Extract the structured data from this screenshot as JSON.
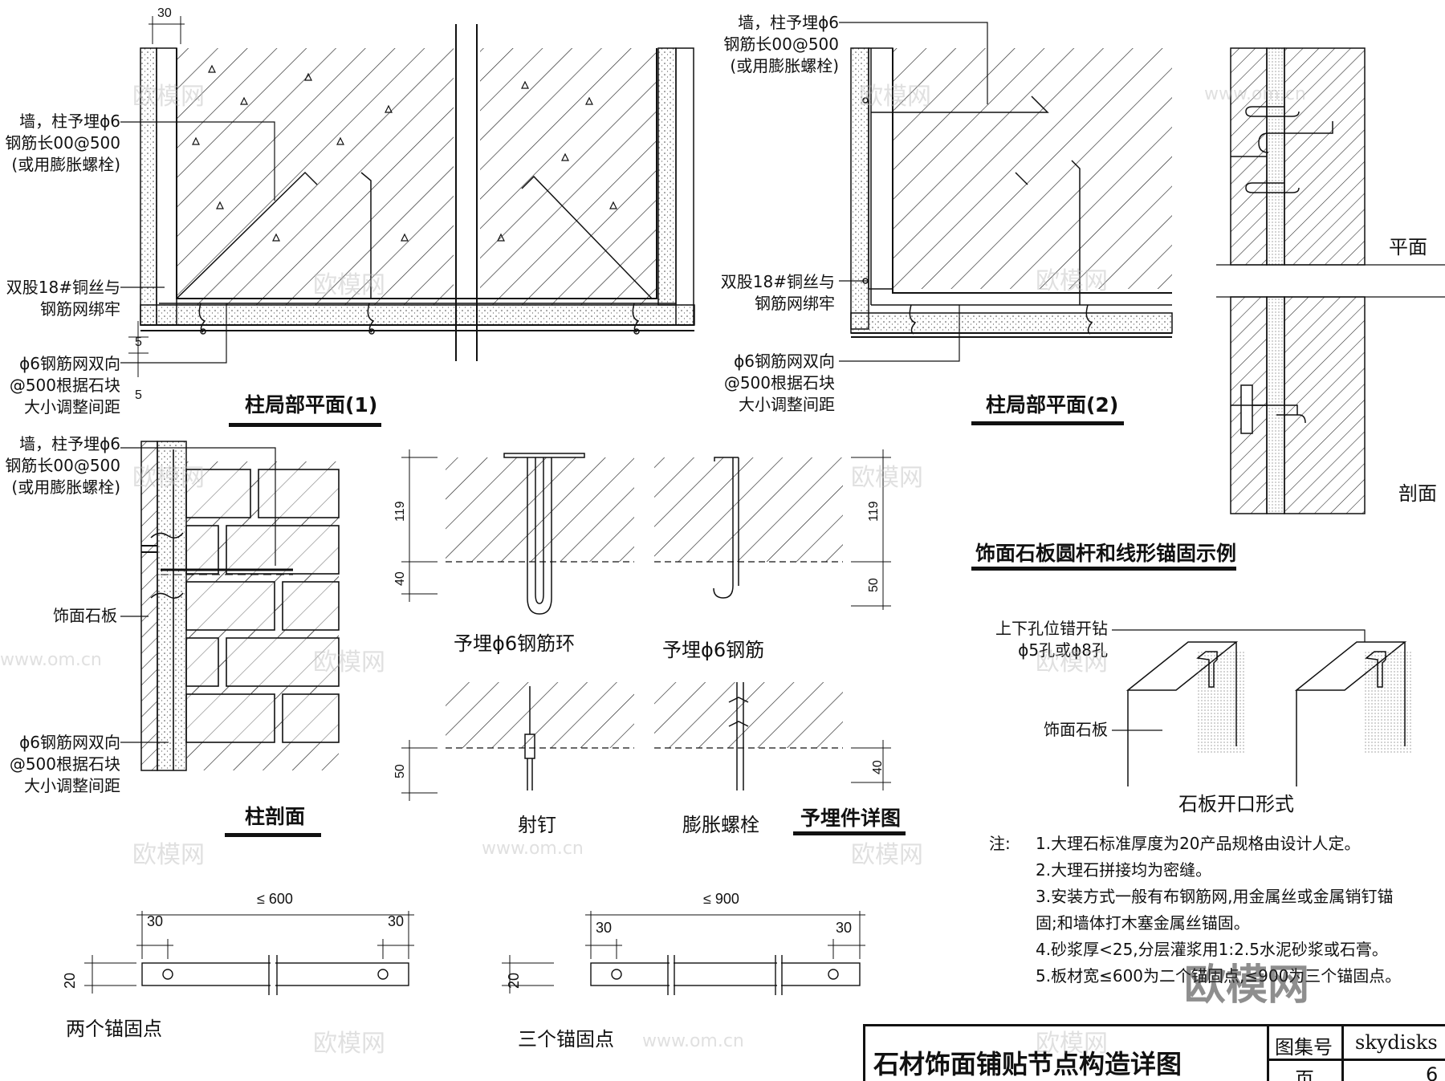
{
  "views": {
    "plan1": {
      "title": "柱局部平面(1)",
      "dim_top": "30",
      "dim_left_1": "5",
      "dim_left_2": "5",
      "label_embed": [
        "墙，柱予埋ϕ6",
        "钢筋长00@500",
        "(或用膨胀螺栓)"
      ],
      "label_wire": [
        "双股18#铜丝与",
        "钢筋网绑牢"
      ],
      "label_mesh": [
        "ϕ6钢筋网双向",
        "@500根据石块",
        "大小调整间距"
      ]
    },
    "plan2": {
      "title": "柱局部平面(2)",
      "label_embed": [
        "墙，柱予埋ϕ6",
        "钢筋长00@500",
        "(或用膨胀螺栓)"
      ],
      "label_wire": [
        "双股18#铜丝与",
        "钢筋网绑牢"
      ],
      "label_mesh": [
        "ϕ6钢筋网双向",
        "@500根据石块",
        "大小调整间距"
      ]
    },
    "section": {
      "title": "柱剖面",
      "label_embed": [
        "墙，柱予埋ϕ6",
        "钢筋长00@500",
        "(或用膨胀螺栓)"
      ],
      "label_stone": "饰面石板",
      "label_mesh": [
        "ϕ6钢筋网双向",
        "@500根据石块",
        "大小调整间距"
      ]
    },
    "embeds": {
      "title": "予埋件详图",
      "ring_caption": "予埋ϕ6钢筋环",
      "bar_caption": "予埋ϕ6钢筋",
      "nail_caption": "射钉",
      "bolt_caption": "膨胀螺栓",
      "dims": {
        "ring_top": "119",
        "ring_bot": "40",
        "bar_top": "119",
        "bar_bot": "50",
        "nail": "50",
        "bolt": "40"
      }
    },
    "anchor_example": {
      "title": "饰面石板圆杆和线形锚固示例",
      "plan_label": "平面",
      "section_label": "剖面"
    },
    "opening": {
      "caption": "石板开口形式",
      "label_holes": [
        "上下孔位错开钻",
        "ϕ5孔或ϕ8孔"
      ],
      "label_stone": "饰面石板"
    },
    "two_points": {
      "caption": "两个锚固点",
      "dim_total": "≤ 600",
      "dim_edge_l": "30",
      "dim_edge_r": "30",
      "dim_thick": "20"
    },
    "three_points": {
      "caption": "三个锚固点",
      "dim_total": "≤ 900",
      "dim_edge_l": "30",
      "dim_edge_r": "30",
      "dim_thick": "20"
    }
  },
  "notes": {
    "prefix": "注:",
    "items": [
      "1.大理石标准厚度为20产品规格由设计人定。",
      "2.大理石拼接均为密缝。",
      "3.安装方式一般有布钢筋网,用金属丝或金属销钉锚",
      "   固;和墙体打木塞金属丝锚固。",
      "4.砂浆厚<25,分层灌浆用1:2.5水泥砂浆或石膏。",
      "5.板材宽≤600为二个锚固点,≤900为三个锚固点。"
    ]
  },
  "title_block": {
    "title": "石材饰面铺贴节点构造详图",
    "atlas_label": "图集号",
    "atlas_value": "skydisks",
    "page_label": "页",
    "page_value": "6"
  },
  "watermarks": {
    "small": "欧模网",
    "url": "www.om.cn",
    "big": "欧模网"
  },
  "colors": {
    "ink": "#111111",
    "watermark": "#bbbbbb"
  }
}
